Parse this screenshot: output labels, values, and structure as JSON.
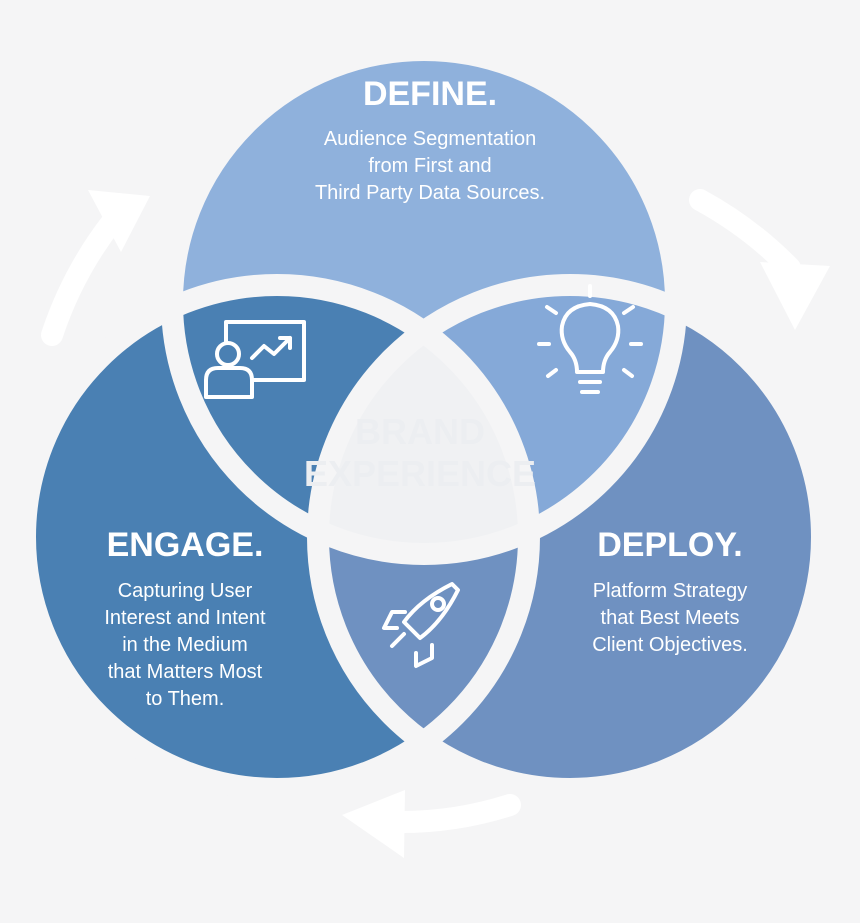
{
  "center": {
    "line1": "BRAND",
    "line2": "EXPERIENCE"
  },
  "sections": {
    "define": {
      "title": "DEFINE.",
      "lines": [
        "Audience Segmentation",
        "from First and",
        "Third Party Data Sources."
      ],
      "color": "#8fb1dc"
    },
    "engage": {
      "title": "ENGAGE.",
      "lines": [
        "Capturing User",
        "Interest and Intent",
        "in the Medium",
        "that Matters Most",
        "to Them."
      ],
      "color": "#4a80b3"
    },
    "deploy": {
      "title": "DEPLOY.",
      "lines": [
        "Platform Strategy",
        "that Best Meets",
        "Client Objectives."
      ],
      "color": "#6f91c1"
    }
  },
  "icons": {
    "top_left": "presentation-icon",
    "top_right": "lightbulb-icon",
    "bottom": "rocket-icon"
  },
  "colors": {
    "background": "#f5f5f6",
    "overlap_define_engage": "#4a80b3",
    "overlap_define_deploy": "#85a9d8",
    "overlap_engage_deploy": "#6f91c1",
    "gap": "#f0f1f3"
  }
}
